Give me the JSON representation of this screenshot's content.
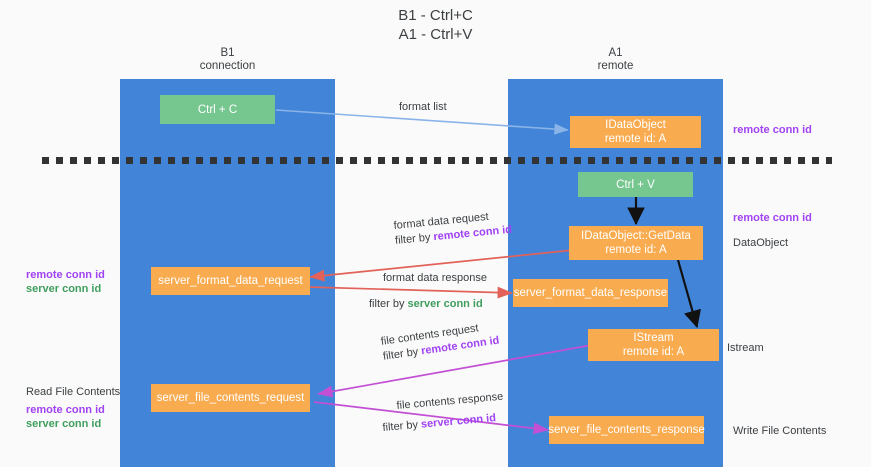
{
  "title": {
    "line1": "B1 - Ctrl+C",
    "line2": "A1 - Ctrl+V"
  },
  "lanes": [
    {
      "name": "B1",
      "sub": "connection"
    },
    {
      "name": "A1",
      "sub": "remote"
    }
  ],
  "nodes": {
    "ctrl_c": {
      "label": "Ctrl + C"
    },
    "ctrl_v": {
      "label": "Ctrl + V"
    },
    "idataobject": {
      "line1": "IDataObject",
      "line2": "remote id: A"
    },
    "getdata": {
      "line1": "IDataObject::GetData",
      "line2": "remote id: A"
    },
    "istream": {
      "line1": "IStream",
      "line2": "remote id: A"
    },
    "server_format_data_request": {
      "label": "server_format_data_request"
    },
    "server_format_data_response": {
      "label": "server_format_data_response"
    },
    "server_file_contents_request": {
      "label": "server_file_contents_request"
    },
    "server_file_contents_response": {
      "label": "server_file_contents_response"
    }
  },
  "edges": {
    "format_list": "format list",
    "format_data_request": "format data request",
    "format_data_request_filter_pre": "filter by ",
    "format_data_request_filter_key": "remote conn id",
    "format_data_response": "format data response",
    "format_data_response_filter_pre": "filter by ",
    "format_data_response_filter_key": "server conn id",
    "file_contents_request": "file contents request",
    "file_contents_request_filter_pre": "filter by ",
    "file_contents_request_filter_key": "remote conn id",
    "file_contents_response": "file contents response",
    "file_contents_response_filter_pre": "filter by ",
    "file_contents_response_filter_key": "server conn id"
  },
  "annotations": {
    "right_remote_conn_id_top": "remote conn id",
    "right_remote_conn_id_mid": "remote conn id",
    "right_dataobject": "DataObject",
    "right_istream": "Istream",
    "right_write_file_contents": "Write File Contents",
    "left_remote_conn_id_mid": "remote conn id",
    "left_server_conn_id_mid": "server conn id",
    "left_read_file_contents": "Read File Contents",
    "left_remote_conn_id_bot": "remote conn id",
    "left_server_conn_id_bot": "server conn id"
  },
  "colors": {
    "lane": "#4285d8",
    "node_green": "#76c68f",
    "node_orange": "#f9ab50",
    "accent_purple": "#a142f4",
    "accent_green": "#3f9e5d",
    "arrow_blue": "#8ab4e8",
    "arrow_red": "#e2625a",
    "arrow_magenta": "#c24fd4",
    "arrow_black": "#111111",
    "background": "#fafafa"
  }
}
